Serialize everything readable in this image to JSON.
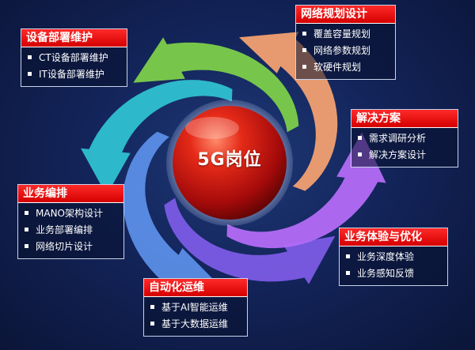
{
  "center": {
    "label": "5G岗位"
  },
  "panels": [
    {
      "key": "network",
      "title": "网络规划设计",
      "items": [
        "覆盖容量规划",
        "网络参数规划",
        "软硬件规划"
      ]
    },
    {
      "key": "solution",
      "title": "解决方案",
      "items": [
        "需求调研分析",
        "解决方案设计"
      ]
    },
    {
      "key": "service",
      "title": "业务体验与优化",
      "items": [
        "业务深度体验",
        "业务感知反馈"
      ]
    },
    {
      "key": "automation",
      "title": "自动化运维",
      "items": [
        "基于AI智能运维",
        "基于大数据运维"
      ]
    },
    {
      "key": "orchestration",
      "title": "业务编排",
      "items": [
        "MANO架构设计",
        "业务部署编排",
        "网络切片设计"
      ]
    },
    {
      "key": "deployment",
      "title": "设备部署维护",
      "items": [
        "CT设备部署维护",
        "IT设备部署维护"
      ]
    }
  ],
  "arrows": [
    {
      "name": "blue",
      "color": "#5a8ee6"
    },
    {
      "name": "purple",
      "color": "#7b5be5"
    },
    {
      "name": "violet",
      "color": "#b36bf5"
    },
    {
      "name": "orange",
      "color": "#f2a071"
    },
    {
      "name": "green",
      "color": "#7ccf4a"
    },
    {
      "name": "cyan",
      "color": "#2ec1d1"
    }
  ],
  "colors": {
    "title_bar": "#e60000",
    "sphere": "#c41818"
  }
}
